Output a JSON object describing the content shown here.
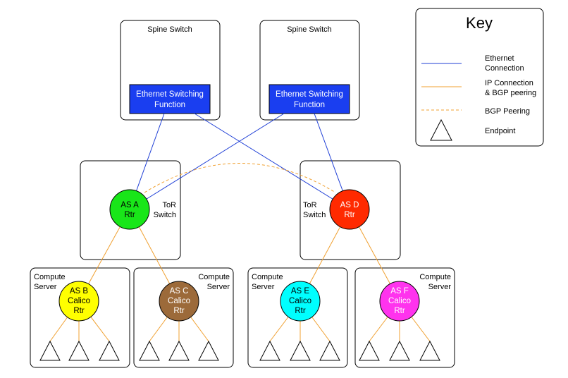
{
  "spines": [
    {
      "title": "Spine Switch",
      "function": [
        "Ethernet Switching",
        "Function"
      ]
    },
    {
      "title": "Spine Switch",
      "function": [
        "Ethernet Switching",
        "Function"
      ]
    }
  ],
  "tors": [
    {
      "label": [
        "ToR",
        "Switch"
      ],
      "router": [
        "AS A",
        "Rtr"
      ],
      "color": "#19e619"
    },
    {
      "label": [
        "ToR",
        "Switch"
      ],
      "router": [
        "AS D",
        "Rtr"
      ],
      "color": "#ff2a00"
    }
  ],
  "servers": [
    {
      "label": [
        "Compute",
        "Server"
      ],
      "router": [
        "AS B",
        "Calico",
        "Rtr"
      ],
      "color": "#ffff00"
    },
    {
      "label": [
        "Compute",
        "Server"
      ],
      "router": [
        "AS C",
        "Calico",
        "Rtr"
      ],
      "color": "#9c6a3a"
    },
    {
      "label": [
        "Compute",
        "Server"
      ],
      "router": [
        "AS E",
        "Calico",
        "Rtr"
      ],
      "color": "#00ffff"
    },
    {
      "label": [
        "Compute",
        "Server"
      ],
      "router": [
        "AS F",
        "Calico",
        "Rtr"
      ],
      "color": "#ff33ee"
    }
  ],
  "key": {
    "title": "Key",
    "items": [
      {
        "type": "ethernet",
        "label": [
          "Ethernet",
          "Connection"
        ]
      },
      {
        "type": "ip",
        "label": [
          "IP Connection",
          "& BGP peering"
        ]
      },
      {
        "type": "bgp",
        "label": [
          "BGP Peering"
        ]
      },
      {
        "type": "endpoint",
        "label": [
          "Endpoint"
        ]
      }
    ]
  },
  "colors": {
    "ethernet": "#1f3fd6",
    "ip_bgp": "#f0a030",
    "switch_function": "#1a3ef0"
  }
}
